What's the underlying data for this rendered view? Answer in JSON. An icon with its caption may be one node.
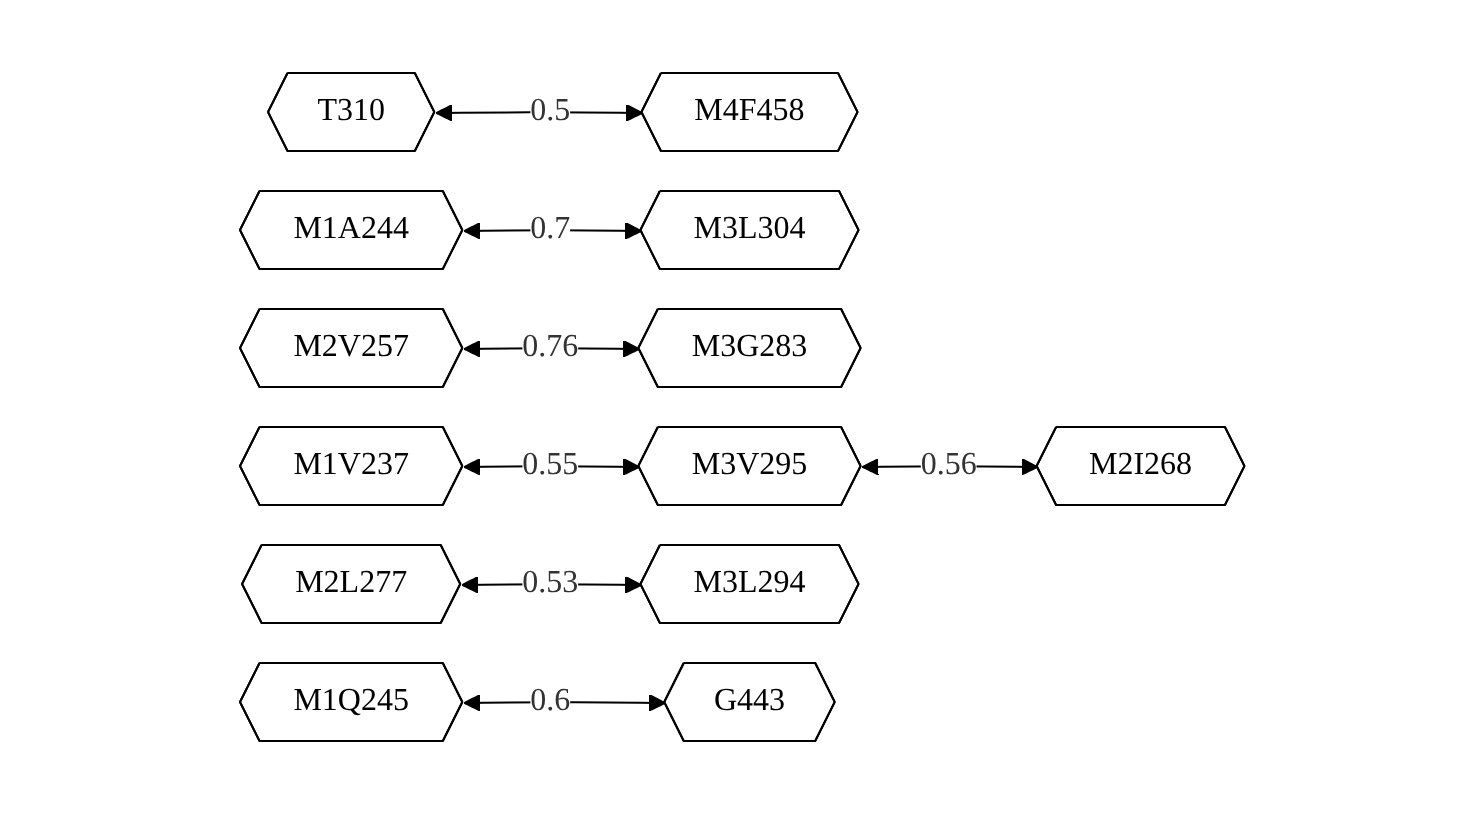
{
  "diagram": {
    "nodes": [
      {
        "text": [
          "T310"
        ]
      },
      {
        "text": [
          "M4F458"
        ]
      },
      {
        "text": [
          "M1A244"
        ]
      },
      {
        "text": [
          "M3L304"
        ]
      },
      {
        "text": [
          "M2V257"
        ]
      },
      {
        "text": [
          "M3G283"
        ]
      },
      {
        "text": [
          "M1V237"
        ]
      },
      {
        "text": [
          "M3V295"
        ]
      },
      {
        "text": [
          "M2I268"
        ]
      },
      {
        "text": [
          "M2L277"
        ]
      },
      {
        "text": [
          "M3L294"
        ]
      },
      {
        "text": [
          "M1Q245"
        ]
      },
      {
        "text": [
          "G443"
        ]
      }
    ],
    "edges": [
      {
        "from": 0,
        "to": 1,
        "arrow": "both",
        "label": "0.5"
      },
      {
        "from": 2,
        "to": 3,
        "arrow": "both",
        "label": "0.7"
      },
      {
        "from": 4,
        "to": 5,
        "arrow": "both",
        "label": "0.76"
      },
      {
        "from": 6,
        "to": 7,
        "arrow": "both",
        "label": "0.55"
      },
      {
        "from": 7,
        "to": 8,
        "arrow": "both",
        "label": "0.56"
      },
      {
        "from": 9,
        "to": 10,
        "arrow": "both",
        "label": "0.53"
      },
      {
        "from": 11,
        "to": 12,
        "arrow": "both",
        "label": "0.6"
      }
    ]
  }
}
